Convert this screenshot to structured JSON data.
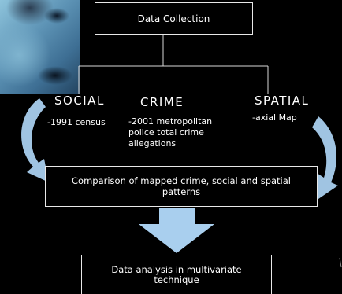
{
  "diagram": {
    "top_box": "Data Collection",
    "branches": [
      {
        "heading": "SOCIAL",
        "note": "-1991 census"
      },
      {
        "heading": "CRIME",
        "note": "-2001 metropolitan police total crime allegations"
      },
      {
        "heading": "SPATIAL",
        "note": "-axial Map"
      }
    ],
    "middle_box": "Comparison of mapped crime, social and spatial patterns",
    "bottom_box": "Data analysis in multivariate technique"
  },
  "colors": {
    "background": "#000000",
    "box_border": "#e8e8e8",
    "arrow": "#a9cfee",
    "text": "#ffffff"
  }
}
